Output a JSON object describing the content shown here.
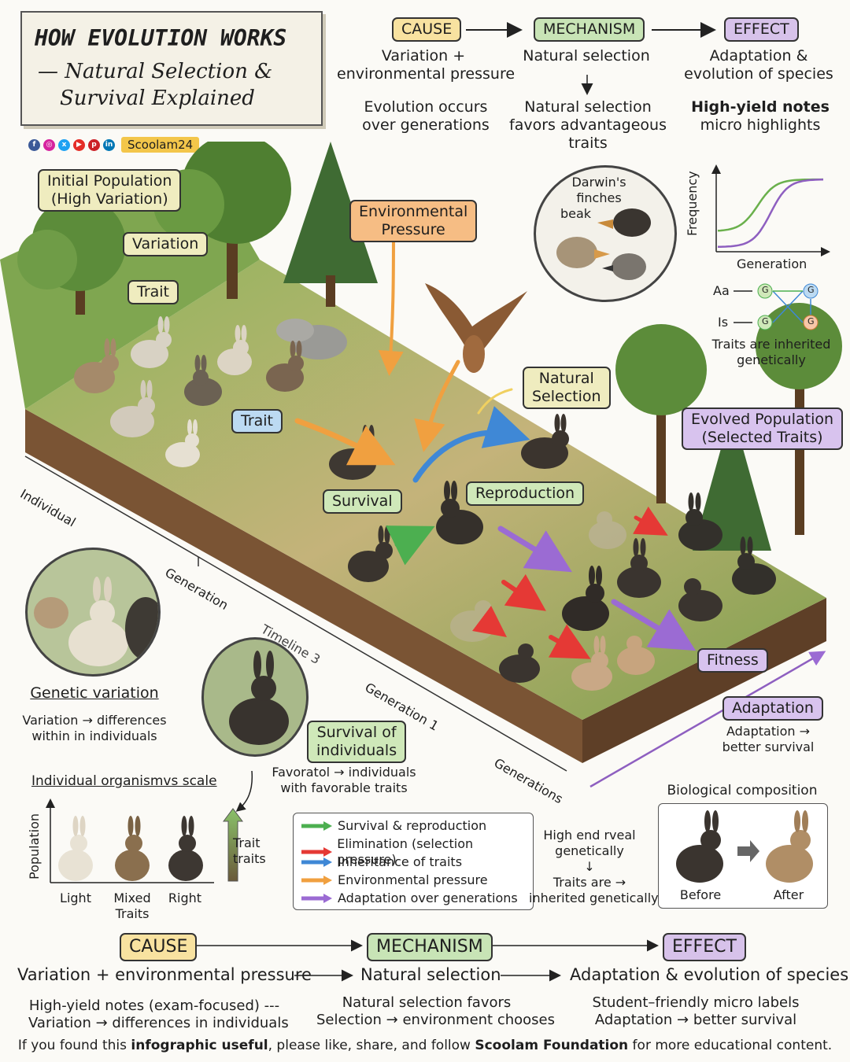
{
  "title": {
    "main": "HOW EVOLUTION WORKS",
    "sub_line1": "— Natural Selection &",
    "sub_line2": "Survival Explained"
  },
  "social": {
    "icons": [
      "facebook-icon",
      "instagram-icon",
      "x-icon",
      "youtube-icon",
      "pinterest-icon",
      "linkedin-icon"
    ],
    "brand": "Scoolam24"
  },
  "top_flow": {
    "cause": {
      "label": "CAUSE",
      "line1": "Variation +",
      "line2": "environmental pressure"
    },
    "mechanism": {
      "label": "MECHANISM",
      "line1": "Natural selection"
    },
    "effect": {
      "label": "EFFECT",
      "line1": "Adaptation &",
      "line2": "evolution of species"
    },
    "note_cause": {
      "line1": "Evolution occurs",
      "line2": "over generations"
    },
    "note_mech": {
      "line1": "Natural selection",
      "line2": "favors advantageous",
      "line3": "traits"
    },
    "note_effect": {
      "line1": "High-yield notes",
      "line2": "micro highlights"
    }
  },
  "scene_labels": {
    "initial": {
      "line1": "Initial Population",
      "line2": "(High Variation)"
    },
    "variation": "Variation",
    "trait_top": "Trait",
    "trait_mid": "Trait",
    "env_pressure": {
      "line1": "Environmental",
      "line2": "Pressure"
    },
    "natural_selection": {
      "line1": "Natural",
      "line2": "Selection"
    },
    "evolved": {
      "line1": "Evolved Population",
      "line2": "(Selected Traits)"
    },
    "survival": "Survival",
    "reproduction": "Reproduction",
    "fitness": "Fitness",
    "adaptation": "Adaptation",
    "adaptation_note": {
      "line1": "Adaptation →",
      "line2": "better survival"
    }
  },
  "timeline": {
    "individual": "Individual",
    "generation": "Generation",
    "timeline3": "Timeline 3",
    "generation1": "Generation 1",
    "generations": "Generations"
  },
  "finches": {
    "title_line1": "Darwin's",
    "title_line2": "finches",
    "beak": "beak"
  },
  "frequency_chart": {
    "ylabel": "Frequency",
    "xlabel": "Generation",
    "colors": {
      "green": "#6ab04c",
      "purple": "#8e5fc0"
    }
  },
  "inheritance": {
    "row1": "Aa",
    "row2": "Is",
    "node": "G",
    "caption_line1": "Traits are inherited",
    "caption_line2": "genetically"
  },
  "genetic_variation": {
    "title": "Genetic variation",
    "line1": "Variation → differences",
    "line2": "within in individuals"
  },
  "survival_individuals": {
    "label_line1": "Survival of",
    "label_line2": "individuals",
    "note_line1": "Favoratol → individuals",
    "note_line2": "with favorable traits"
  },
  "scale_chart": {
    "title": "Individual organismvs scale",
    "ylabel": "Population",
    "categories": [
      "Light",
      "Mixed Traits",
      "Right"
    ],
    "trait_label_line1": "Trait",
    "trait_label_line2": "traits"
  },
  "legend": [
    {
      "label": "Survival & reproduction",
      "color": "#4caf50"
    },
    {
      "label": "Elimination (selection pressure)",
      "color": "#e53935"
    },
    {
      "label": "Inheritance of traits",
      "color": "#3f88d6"
    },
    {
      "label": "Environmental pressure",
      "color": "#f0a040"
    },
    {
      "label": "Adaptation over generations",
      "color": "#9b6bd3"
    }
  ],
  "genetic_note": {
    "line1": "High end rveal",
    "line2": "genetically",
    "line3": "Traits are →",
    "line4": "inherited genetically"
  },
  "bio_composition": {
    "title": "Biological composition",
    "before": "Before",
    "after": "After"
  },
  "bottom_flow": {
    "cause": "CAUSE",
    "mechanism": "MECHANISM",
    "effect": "EFFECT",
    "cause_text": "Variation + environmental pressure",
    "mech_text": "Natural selection",
    "effect_text": "Adaptation & evolution of species",
    "note1_line1": "High-yield notes (exam-focused) ---",
    "note1_line2": "Variation → differences in individuals",
    "note2_line1": "Natural selection favors",
    "note2_line2": "Selection → environment chooses",
    "note3_line1": "Student–friendly micro labels",
    "note3_line2": "Adaptation → better survival"
  },
  "footer": {
    "pre": "If you found this ",
    "bold1": "infographic useful",
    "mid": ", please like, share, and follow ",
    "bold2": "Scoolam Foundation",
    "post": " for more educational content."
  }
}
